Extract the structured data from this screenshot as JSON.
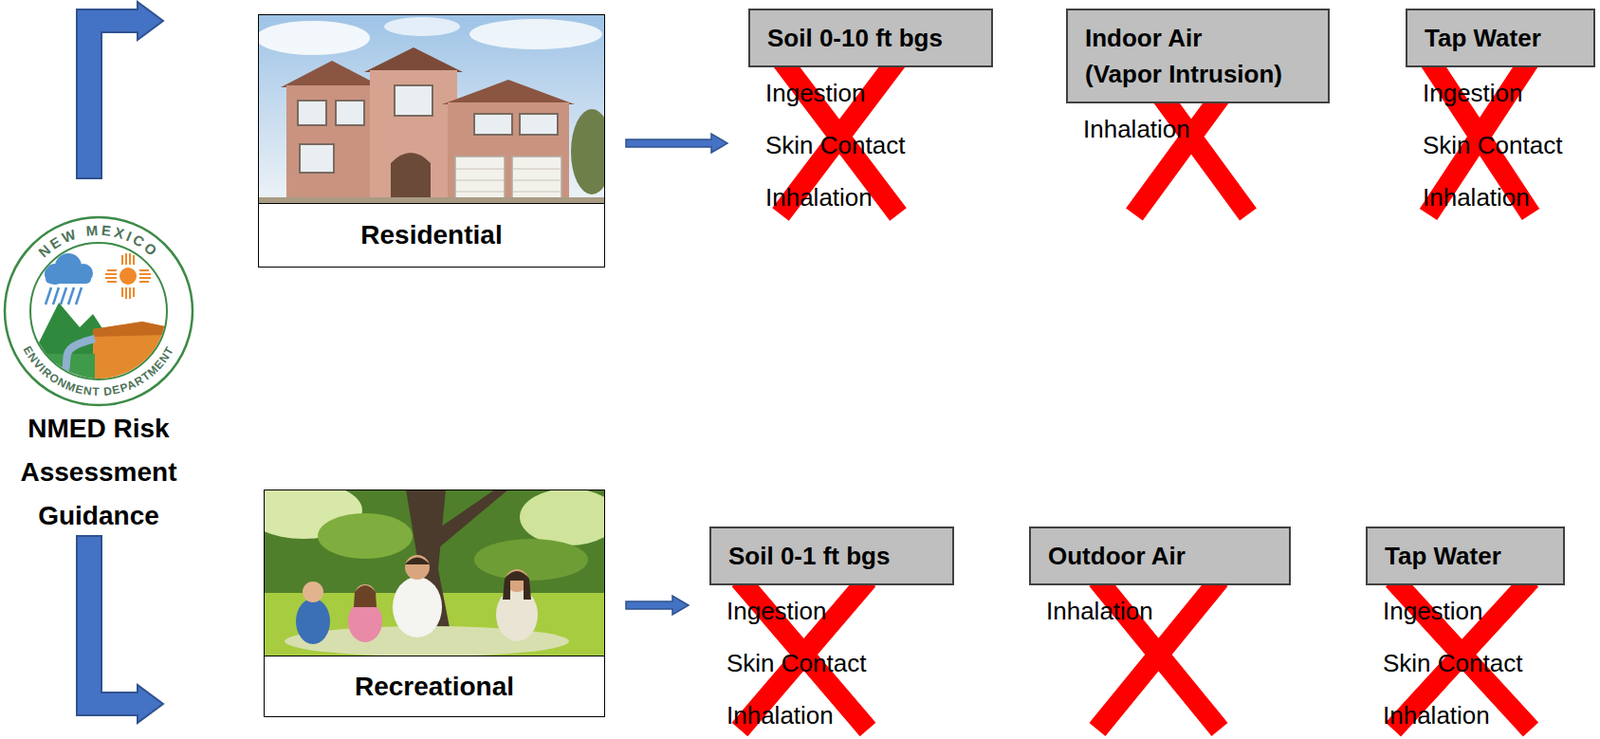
{
  "diagram": {
    "nodes": [
      {
        "text": [
          "Residential"
        ]
      },
      {
        "text": [
          "Soil 0-10 ft bgs",
          "Ingestion",
          "Skin Contact",
          "Inhalation"
        ]
      },
      {
        "text": [
          "Indoor Air (Vapor Intrusion)",
          "Inhalation"
        ]
      },
      {
        "text": [
          "Tap Water",
          "Ingestion",
          "Skin Contact",
          "Inhalation"
        ]
      },
      {
        "text": [
          "Recreational"
        ]
      },
      {
        "text": [
          "Soil 0-1 ft bgs",
          "Ingestion",
          "Skin Contact",
          "Inhalation"
        ]
      },
      {
        "text": [
          "Outdoor Air",
          "Inhalation"
        ]
      },
      {
        "text": [
          "Tap Water",
          "Ingestion",
          "Skin Contact",
          "Inhalation"
        ]
      }
    ],
    "edges": [
      {
        "from": 0,
        "to": 1,
        "arrow": "to"
      },
      {
        "from": 4,
        "to": 5,
        "arrow": "to"
      }
    ],
    "labels": [
      "NEW MEXICO",
      "ENVIRONMENT DEPARTMENT",
      "NMED Risk Assessment Guidance"
    ]
  }
}
